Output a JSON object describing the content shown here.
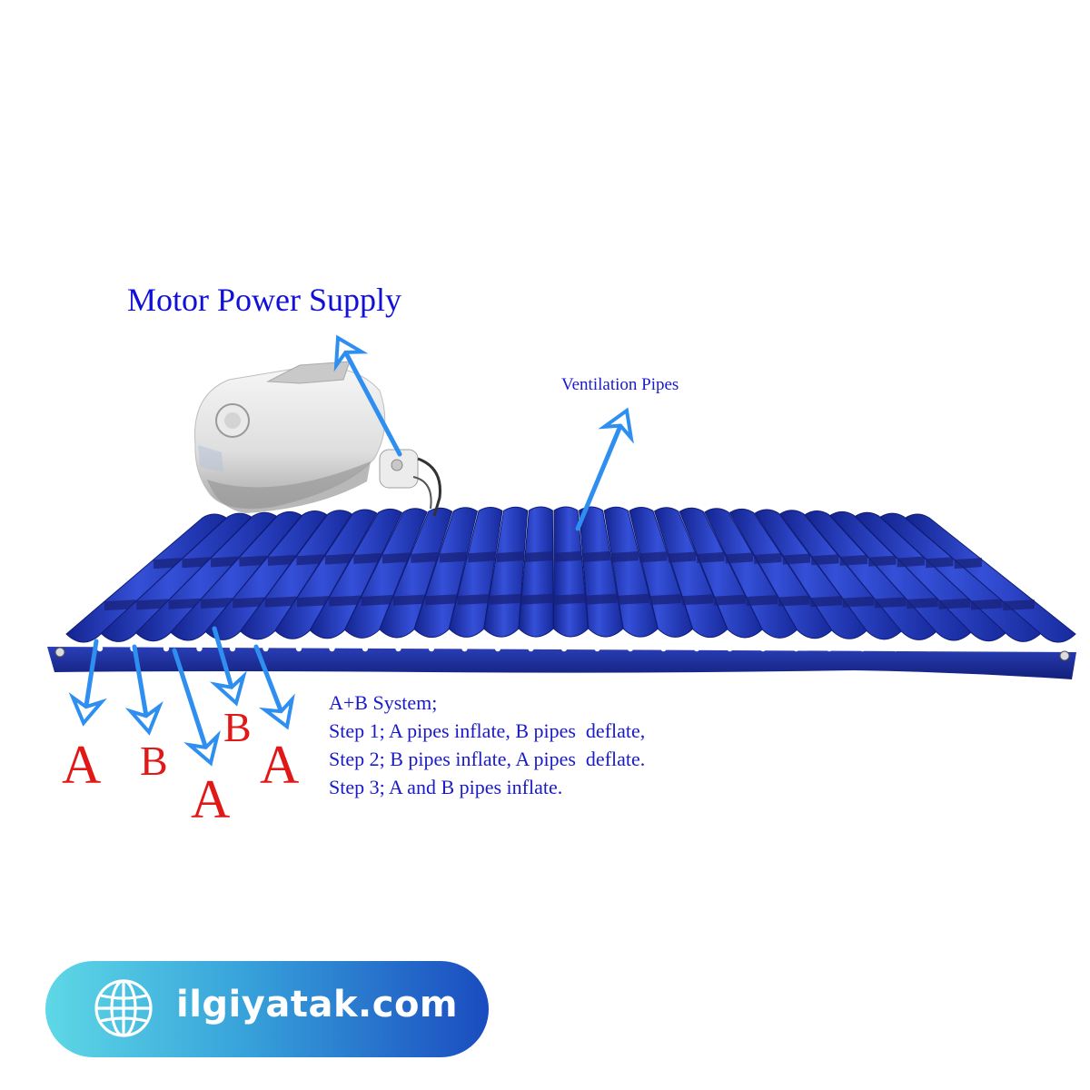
{
  "labels": {
    "motor_power_supply": "Motor Power Supply",
    "ventilation_pipes": "Ventilation Pipes"
  },
  "pipe_labels": [
    {
      "id": "a1",
      "text": "A"
    },
    {
      "id": "b1",
      "text": "B"
    },
    {
      "id": "a2",
      "text": "A"
    },
    {
      "id": "b2",
      "text": "B"
    },
    {
      "id": "a3",
      "text": "A"
    }
  ],
  "system_description": {
    "heading": "A+B System;",
    "step1": "Step 1; A pipes inflate, B pipes  deflate,",
    "step2": "Step 2; B pipes inflate, A pipes  deflate.",
    "step3": "Step 3; A and B pipes inflate."
  },
  "branding": {
    "website": "ilgiyatak.com",
    "icon": "globe-icon"
  },
  "colors": {
    "label_blue": "#1010d8",
    "arrow_blue": "#2e8ff0",
    "letter_red": "#e01818",
    "mattress_blue": "#1e34b0"
  }
}
